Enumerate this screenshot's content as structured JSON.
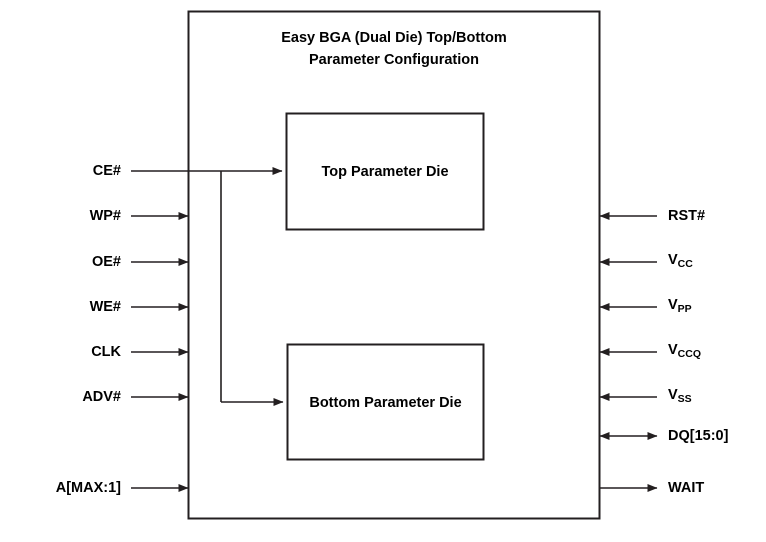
{
  "diagram": {
    "title_line1": "Easy BGA (Dual Die) Top/Bottom",
    "title_line2": "Parameter Configuration",
    "package_box_name": "easy-bga-package",
    "dies": [
      {
        "label": "Top Parameter Die"
      },
      {
        "label": "Bottom Parameter Die"
      }
    ],
    "left_signals": [
      {
        "name": "CE#",
        "base": "CE#",
        "sub": "",
        "direction": "input"
      },
      {
        "name": "WP#",
        "base": "WP#",
        "sub": "",
        "direction": "input"
      },
      {
        "name": "OE#",
        "base": "OE#",
        "sub": "",
        "direction": "input"
      },
      {
        "name": "WE#",
        "base": "WE#",
        "sub": "",
        "direction": "input"
      },
      {
        "name": "CLK",
        "base": "CLK",
        "sub": "",
        "direction": "input"
      },
      {
        "name": "ADV#",
        "base": "ADV#",
        "sub": "",
        "direction": "input"
      },
      {
        "name": "A[MAX:1]",
        "base": "A[MAX:1]",
        "sub": "",
        "direction": "input"
      }
    ],
    "right_signals": [
      {
        "name": "RST#",
        "base": "RST#",
        "sub": "",
        "direction": "input"
      },
      {
        "name": "VCC",
        "base": "V",
        "sub": "CC",
        "direction": "input"
      },
      {
        "name": "VPP",
        "base": "V",
        "sub": "PP",
        "direction": "input"
      },
      {
        "name": "VCCQ",
        "base": "V",
        "sub": "CCQ",
        "direction": "input"
      },
      {
        "name": "VSS",
        "base": "V",
        "sub": "SS",
        "direction": "input"
      },
      {
        "name": "DQ[15:0]",
        "base": "DQ[15:0]",
        "sub": "",
        "direction": "bidirectional"
      },
      {
        "name": "WAIT",
        "base": "WAIT",
        "sub": "",
        "direction": "output"
      }
    ],
    "colors": {
      "line": "#231f20",
      "background": "#ffffff",
      "text": "#000000"
    }
  }
}
